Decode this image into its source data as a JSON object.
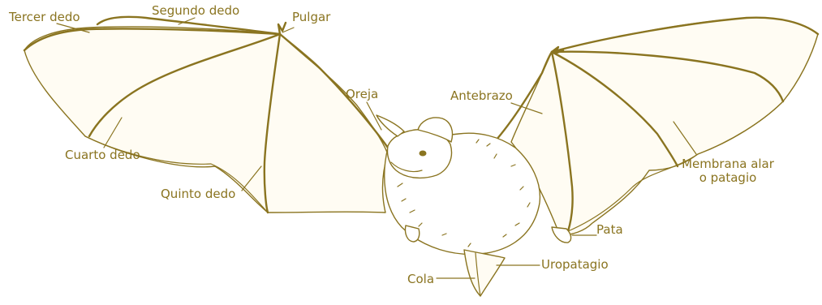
{
  "colors": {
    "ink": "#8a7420",
    "wing_fill": "#fffcf3",
    "body_fill": "#ffffff",
    "label_text": "#8a7420",
    "background": "#ffffff"
  },
  "labels": {
    "tercer_dedo": "Tercer dedo",
    "segundo_dedo": "Segundo dedo",
    "pulgar": "Pulgar",
    "oreja": "Oreja",
    "antebrazo": "Antebrazo",
    "cuarto_dedo": "Cuarto dedo",
    "quinto_dedo": "Quinto dedo",
    "membrana_line1": "Membrana alar",
    "membrana_line2": "o patagio",
    "pata": "Pata",
    "uropatagio": "Uropatagio",
    "cola": "Cola"
  }
}
